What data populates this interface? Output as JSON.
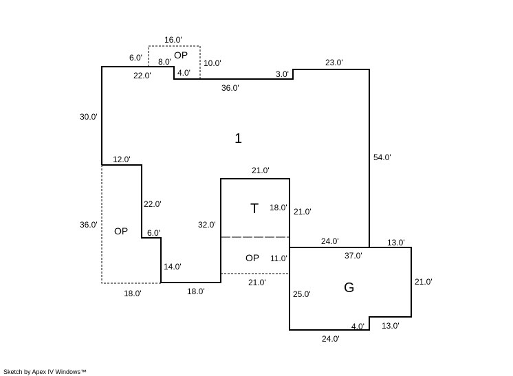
{
  "areas": {
    "main": "1",
    "top_porch": "OP",
    "left_porch": "OP",
    "middle_porch": "OP",
    "terrace": "T",
    "garage": "G"
  },
  "dims": {
    "d16": "16.0'",
    "d6": "6.0'",
    "d8": "8.0'",
    "d10": "10.0'",
    "d22top": "22.0'",
    "d4top": "4.0'",
    "d36top": "36.0'",
    "d3": "3.0'",
    "d23": "23.0'",
    "d30": "30.0'",
    "d54": "54.0'",
    "d12": "12.0'",
    "d21t": "21.0'",
    "d22left": "22.0'",
    "d18t": "18.0'",
    "d21r": "21.0'",
    "d36left": "36.0'",
    "d32": "32.0'",
    "d6b": "6.0'",
    "d24top": "24.0'",
    "d13top": "13.0'",
    "d37": "37.0'",
    "d11": "11.0'",
    "d14": "14.0'",
    "d21g": "21.0'",
    "d18bl": "18.0'",
    "d18bm": "18.0'",
    "d21bot": "21.0'",
    "d25": "25.0'",
    "d4bot": "4.0'",
    "d13bot": "13.0'",
    "d24bot": "24.0'"
  },
  "footer": "Sketch by Apex IV Windows™"
}
